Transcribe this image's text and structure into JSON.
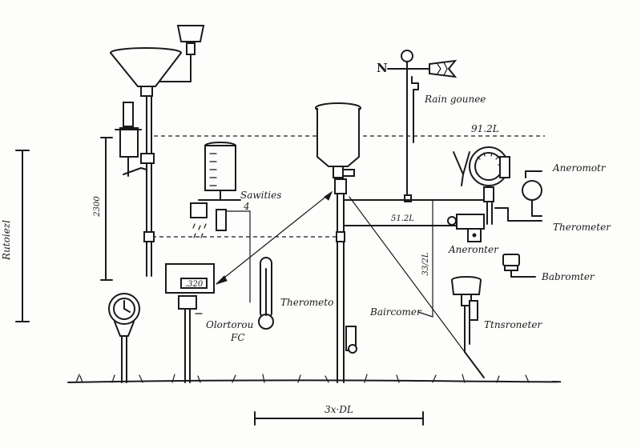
{
  "labels": {
    "rain_gauge": "Rain gounee",
    "north": "N",
    "level_top": "91.2L",
    "level_mid": "51.2L",
    "height_left": "2300",
    "height_right": "33/2L",
    "left_axis": "Rutoiezl",
    "sawities": "Sawities",
    "sawities_num": "4",
    "display_value": ".320",
    "olorcorou": "Olortorou",
    "olorcorou_sub": "FC",
    "thermometer_center": "Therometo",
    "anemometer": "Aneromotr",
    "thermometer_right": "Therometer",
    "aneronter": "Aneronter",
    "barometer": "Babromter",
    "baircomer": "Baircomer",
    "tensiometer": "Ttnsroneter",
    "bottom_scale": "3x·DL"
  }
}
